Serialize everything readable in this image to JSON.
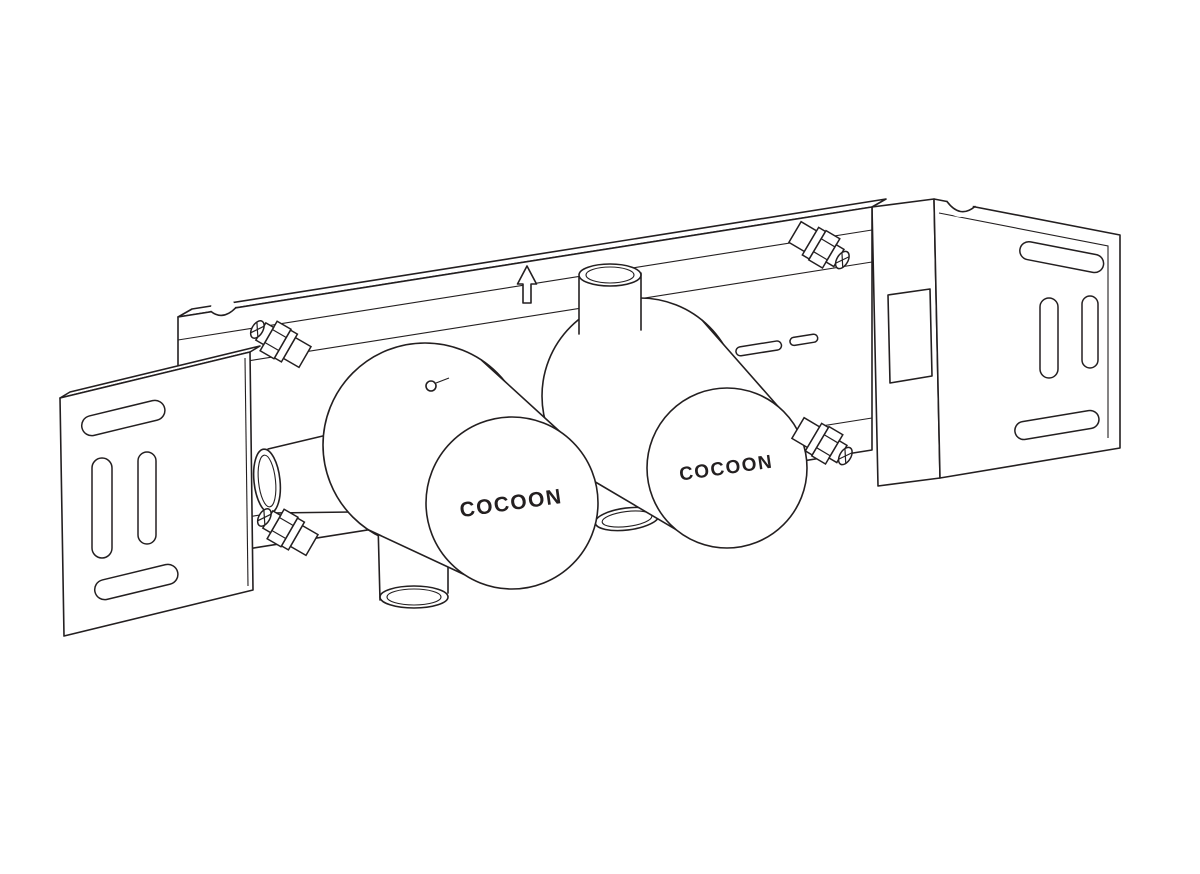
{
  "canvas": {
    "background": "#ffffff",
    "line_color": "#231f20"
  },
  "drawing": {
    "type": "isometric-technical-line-drawing",
    "subject": "concealed-mixer-valve-rough-in-frame-with-wall-brackets",
    "labels": {
      "valve_left_brand": "COCOON",
      "valve_right_brand": "COCOON"
    },
    "icons": {
      "orientation_arrow": "arrow-up-icon"
    }
  }
}
